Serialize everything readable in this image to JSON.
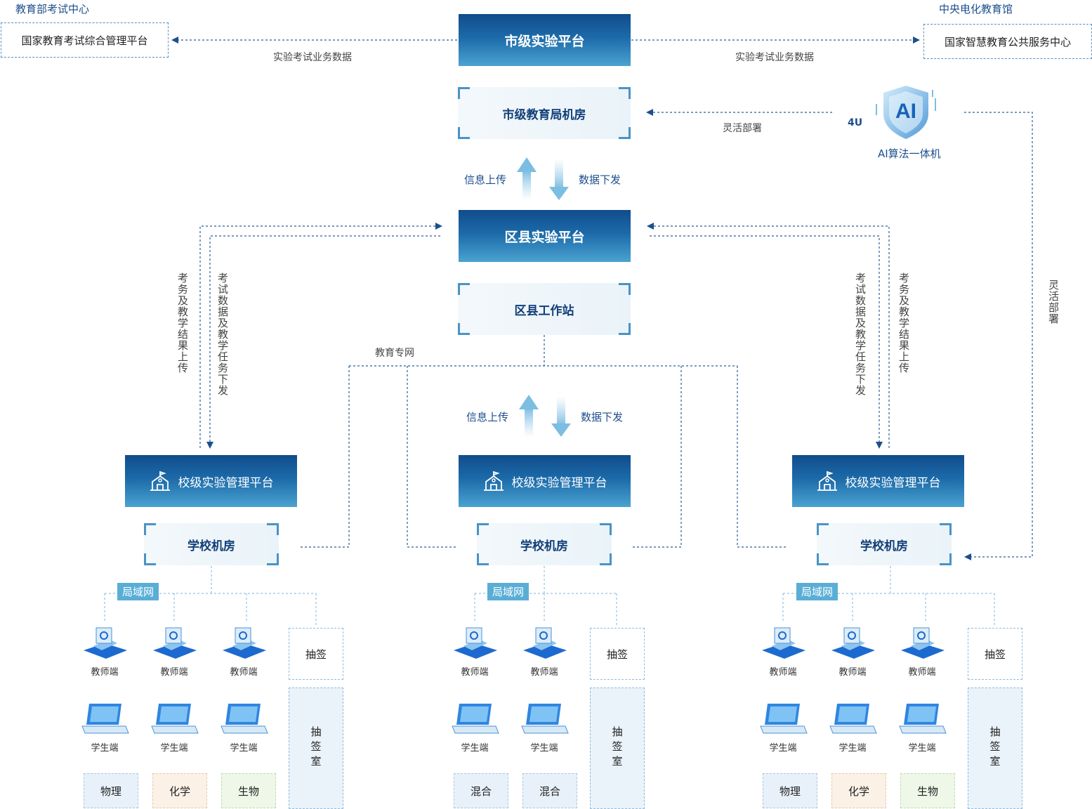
{
  "external": {
    "left_org": "教育部考试中心",
    "left_box": "国家教育考试综合管理平台",
    "right_org": "中央电化教育馆",
    "right_box": "国家智慧教育公共服务中心",
    "flow_label": "实验考试业务数据"
  },
  "city": {
    "platform": "市级实验平台",
    "room": "市级教育局机房"
  },
  "ai": {
    "size": "4U",
    "icon_text": "AI",
    "label": "AI算法一体机",
    "flex_deploy": "灵活部署"
  },
  "flow": {
    "info_up": "信息上传",
    "data_down": "数据下发"
  },
  "district": {
    "platform": "区县实验平台",
    "workstation": "区县工作站",
    "edu_net": "教育专网"
  },
  "side_labels": {
    "upload": "考务及教学结果上传",
    "download": "考试数据及教学任务下发"
  },
  "schools": [
    {
      "platform": "校级实验管理平台",
      "room": "学校机房",
      "lan": "局域网",
      "teacher": "教师端",
      "student": "学生端",
      "lottery": "抽签",
      "lottery_room": "抽签室",
      "subjects": [
        "物理",
        "化学",
        "生物"
      ]
    },
    {
      "platform": "校级实验管理平台",
      "room": "学校机房",
      "lan": "局域网",
      "teacher": "教师端",
      "student": "学生端",
      "lottery": "抽签",
      "lottery_room": "抽签室",
      "subjects": [
        "混合",
        "混合"
      ]
    },
    {
      "platform": "校级实验管理平台",
      "room": "学校机房",
      "lan": "局域网",
      "teacher": "教师端",
      "student": "学生端",
      "lottery": "抽签",
      "lottery_room": "抽签室",
      "subjects": [
        "物理",
        "化学",
        "生物"
      ]
    }
  ],
  "colors": {
    "platform_dark": "#114c8c",
    "platform_light": "#4aa3d0",
    "dashed_line": "#2a5d96",
    "arrow_light": "#a9d4ec"
  }
}
